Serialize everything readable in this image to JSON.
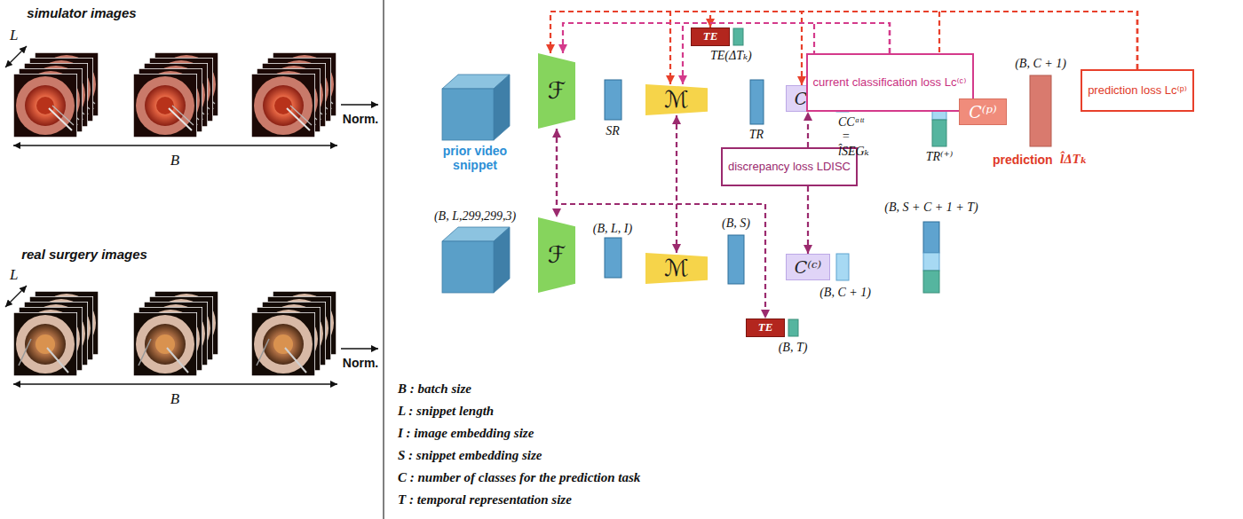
{
  "diagram": {
    "nodes": [
      {
        "text": [
          "ℱ"
        ]
      },
      {
        "text": [
          "ℳ"
        ]
      },
      {
        "text": [
          "TE"
        ]
      },
      {
        "text": [
          "C⁽ᶜ⁾"
        ]
      },
      {
        "text": [
          "current classification loss Lᴄ⁽ᶜ⁾"
        ]
      },
      {
        "text": [
          "C⁽ᵖ⁾"
        ]
      },
      {
        "text": [
          "prediction loss Lᴄ⁽ᵖ⁾"
        ]
      },
      {
        "text": [
          "discrepancy loss LDISC"
        ]
      },
      {
        "text": [
          "ℱ"
        ]
      },
      {
        "text": [
          "ℳ"
        ]
      },
      {
        "text": [
          "C⁽ᶜ⁾"
        ]
      },
      {
        "text": [
          "TE"
        ]
      }
    ],
    "edges": [
      {
        "from": 6,
        "to": 0,
        "arrow": "to"
      },
      {
        "from": 6,
        "to": 2,
        "arrow": "to"
      },
      {
        "from": 6,
        "to": 1,
        "arrow": "to"
      },
      {
        "from": 6,
        "to": 3,
        "arrow": "to"
      },
      {
        "from": 4,
        "to": 0,
        "arrow": "to"
      },
      {
        "from": 4,
        "to": 1,
        "arrow": "to"
      },
      {
        "from": 4,
        "to": 3,
        "arrow": "to"
      },
      {
        "from": 7,
        "to": 3,
        "arrow": "to"
      },
      {
        "from": 7,
        "to": 10,
        "arrow": "to"
      },
      {
        "from": 0,
        "to": 8,
        "arrow": "both"
      },
      {
        "from": 1,
        "to": 9,
        "arrow": "both"
      },
      {
        "from": 0,
        "to": 11,
        "arrow": "to"
      }
    ],
    "labels": [
      "simulator images",
      "L",
      "B",
      "Norm.",
      "real surgery images",
      "L",
      "B",
      "Norm.",
      "prior video snippet",
      "SR",
      "TE(ΔTₖ)",
      "TR",
      "CCᵃᵗᵗ",
      "=",
      "l̂SEGₖ",
      "TR⁽⁺⁾",
      "(B, C + 1)",
      "prediction",
      "l̂ΔTₖ",
      "(B, L,299,299,3)",
      "(B, L, I)",
      "(B, S)",
      "(B, S + C + 1 + T)",
      "(B, C + 1)",
      "(B, T)",
      "B : batch size",
      "L : snippet length",
      "I : image embedding size",
      "S : snippet embedding size",
      "C : number of classes for the prediction task",
      "T : temporal representation size"
    ]
  }
}
